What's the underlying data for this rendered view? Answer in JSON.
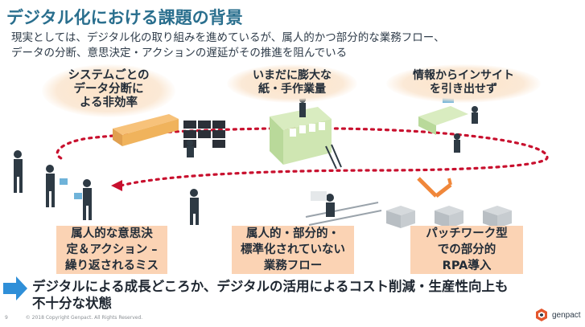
{
  "slide": {
    "title": "デジタル化における課題の背景",
    "subtitle_lines": [
      "現実としては、デジタル化の取り組みを進めているが、属人的かつ部分的な業務フロー、",
      "データの分断、意思決定・アクションの遅延がその推進を阻んでいる"
    ],
    "bubbles": [
      {
        "lines": [
          "システムごとの",
          "データ分断に",
          "よる非効率"
        ]
      },
      {
        "lines": [
          "いまだに膨大な",
          "紙・手作業量"
        ]
      },
      {
        "lines": [
          "情報からインサイト",
          "を引き出せず"
        ]
      }
    ],
    "boxes": [
      {
        "lines": [
          "属人的な意思決",
          "定＆アクション –",
          "繰り返されるミス"
        ]
      },
      {
        "lines": [
          "属人的・部分的・",
          "標準化されていない",
          "業務フロー"
        ]
      },
      {
        "lines": [
          "パッチワーク型",
          "での部分的",
          "RPA導入"
        ]
      }
    ],
    "conclusion_lines": [
      "デジタルによる成長どころか、デジタルの活用によるコスト削減・生産性向上も",
      "不十分な状態"
    ],
    "footer": {
      "page_number": "9",
      "copyright": "© 2018 Copyright Genpact. All Rights Reserved."
    },
    "logo_text": "genpact",
    "colors": {
      "title": "#2a6f8e",
      "path": "#c8102e",
      "box": "#fbd3b4",
      "arrow": "#2f8fd8",
      "figures": "#2e3a44",
      "logo_accent": "#e4572e"
    }
  }
}
